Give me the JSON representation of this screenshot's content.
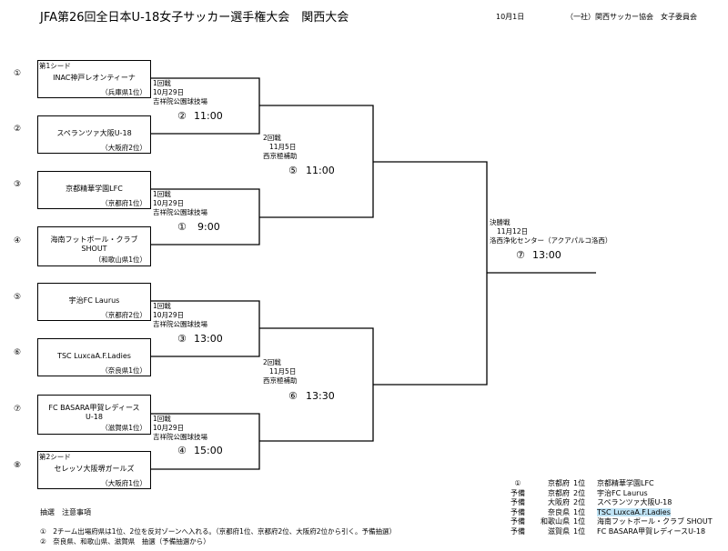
{
  "header": {
    "title": "JFA第26回全日本U-18女子サッカー選手権大会　関西大会",
    "date": "10月1日",
    "organizer": "（一社）関西サッカー協会　女子委員会"
  },
  "slots": [
    "①",
    "②",
    "③",
    "④",
    "⑤",
    "⑥",
    "⑦",
    "⑧"
  ],
  "teams": [
    {
      "seed": "第1シード",
      "name": "INAC神戸レオンティーナ",
      "name2": "",
      "pref": "（兵庫県1位）"
    },
    {
      "seed": "",
      "name": "スペランツァ大阪U-18",
      "name2": "",
      "pref": "（大阪府2位）"
    },
    {
      "seed": "",
      "name": "京都精華学園LFC",
      "name2": "",
      "pref": "（京都府1位）"
    },
    {
      "seed": "",
      "name": "海南フットボール・クラブ",
      "name2": "SHOUT",
      "pref": "（和歌山県1位）"
    },
    {
      "seed": "",
      "name": "宇治FC Laurus",
      "name2": "",
      "pref": "（京都府2位）"
    },
    {
      "seed": "",
      "name": "TSC LuxcaA.F.Ladies",
      "name2": "",
      "pref": "（奈良県1位）"
    },
    {
      "seed": "",
      "name": "FC BASARA甲賀レディース",
      "name2": "U-18",
      "pref": "（滋賀県1位）"
    },
    {
      "seed": "第2シード",
      "name": "セレッソ大阪堺ガールズ",
      "name2": "",
      "pref": "（大阪府1位）"
    }
  ],
  "first_round": [
    {
      "label": "1回戦",
      "date": "10月29日",
      "venue": "吉祥院公園球技場",
      "match": "②",
      "time": "11:00"
    },
    {
      "label": "1回戦",
      "date": "10月29日",
      "venue": "吉祥院公園球技場",
      "match": "①",
      "time": "9:00"
    },
    {
      "label": "1回戦",
      "date": "10月29日",
      "venue": "吉祥院公園球技場",
      "match": "③",
      "time": "13:00"
    },
    {
      "label": "1回戦",
      "date": "10月29日",
      "venue": "吉祥院公園球技場",
      "match": "④",
      "time": "15:00"
    }
  ],
  "second_round": [
    {
      "label": "2回戦",
      "date": "11月5日",
      "venue": "西京極補助",
      "match": "⑤",
      "time": "11:00"
    },
    {
      "label": "2回戦",
      "date": "11月5日",
      "venue": "西京極補助",
      "match": "⑥",
      "time": "13:30"
    }
  ],
  "final": {
    "label": "決勝戦",
    "date": "11月12日",
    "venue": "洛西浄化センター（アクアパルコ洛西）",
    "match": "⑦",
    "time": "13:00"
  },
  "notes": {
    "heading": "抽選　注意事項",
    "line1": "①　2チーム出場府県は1位、2位を反対ゾーンへ入れる。（京都府1位、京都府2位、大阪府2位から引く。予備抽選）",
    "line2": "②　奈良県、和歌山県、滋賀県　抽選（予備抽選から）"
  },
  "draw_results": [
    {
      "slot": "①",
      "pref": "京都府",
      "rank": "1位",
      "team": "京都精華学園LFC"
    },
    {
      "slot": "予備",
      "pref": "京都府",
      "rank": "2位",
      "team": "宇治FC Laurus"
    },
    {
      "slot": "予備",
      "pref": "大阪府",
      "rank": "2位",
      "team": "スペランツァ大阪U-18"
    },
    {
      "slot": "予備",
      "pref": "奈良県",
      "rank": "1位",
      "team": "TSC LuxcaA.F.Ladies"
    },
    {
      "slot": "予備",
      "pref": "和歌山県",
      "rank": "1位",
      "team": "海南フットボール・クラブ SHOUT"
    },
    {
      "slot": "予備",
      "pref": "滋賀県",
      "rank": "1位",
      "team": "FC BASARA甲賀レディースU-18"
    }
  ],
  "highlight_color": "#bfe3f5"
}
